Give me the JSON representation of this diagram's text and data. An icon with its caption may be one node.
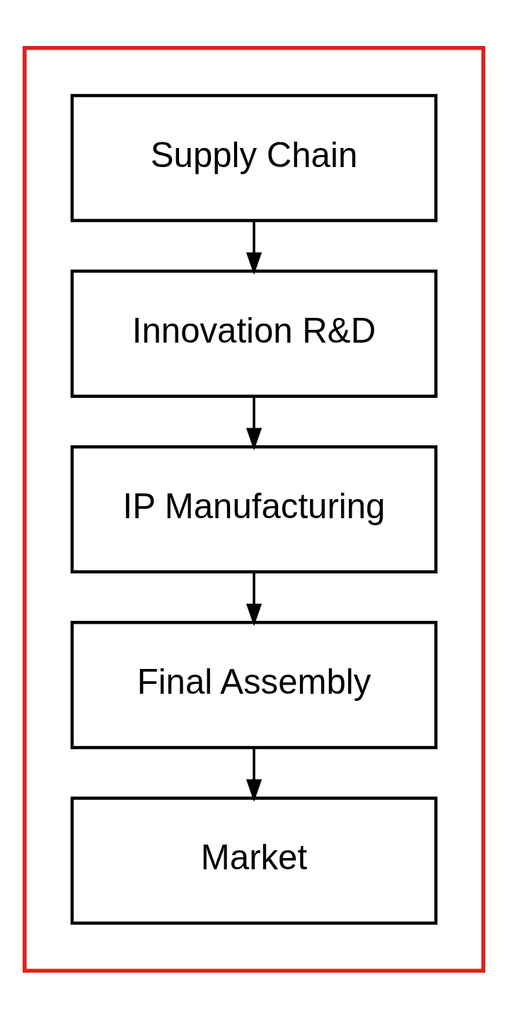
{
  "diagram": {
    "nodes": [
      {
        "text": [],
        "shape": "box"
      },
      {
        "text": [
          "Supply Chain"
        ],
        "in": 0
      },
      {
        "text": [
          "Innovation R&D"
        ],
        "in": 0
      },
      {
        "text": [
          "IP Manufacturing"
        ],
        "in": 0
      },
      {
        "text": [
          "Final Assembly"
        ],
        "in": 0
      },
      {
        "text": [
          "Market"
        ],
        "in": 0
      }
    ],
    "edges": [
      {
        "from": 1,
        "to": 2,
        "arrow": "to"
      },
      {
        "from": 2,
        "to": 3,
        "arrow": "to"
      },
      {
        "from": 3,
        "to": 4,
        "arrow": "to"
      },
      {
        "from": 4,
        "to": 5,
        "arrow": "to"
      }
    ]
  }
}
